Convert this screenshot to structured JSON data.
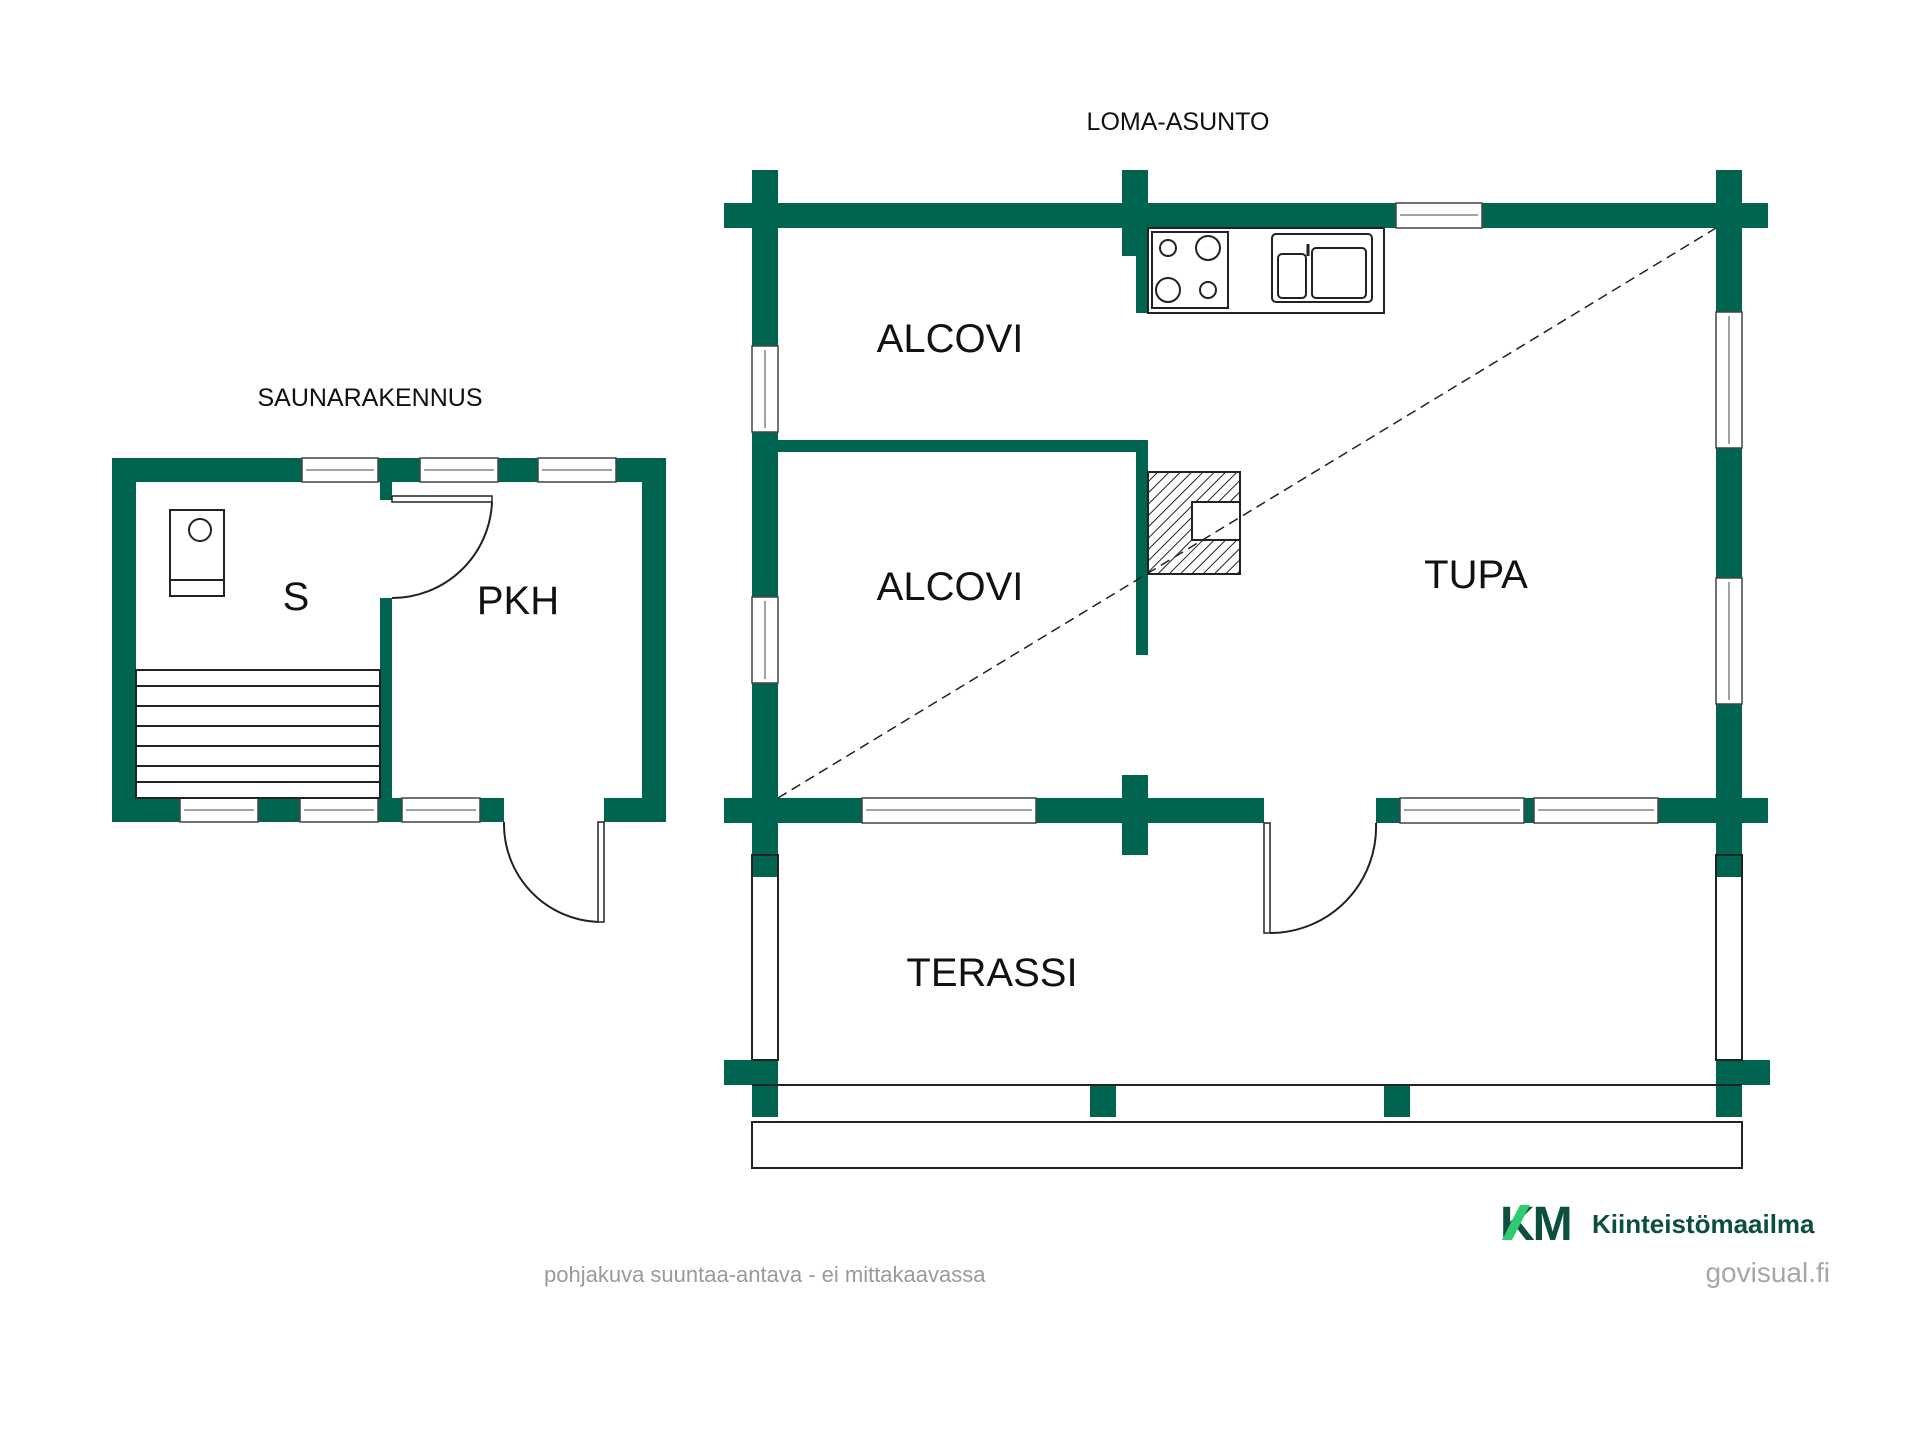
{
  "buildings": {
    "main": {
      "title": "LOMA-ASUNTO"
    },
    "sauna": {
      "title": "SAUNARAKENNUS"
    }
  },
  "rooms": {
    "alcovi_top": "ALCOVI",
    "alcovi_bottom": "ALCOVI",
    "tupa": "TUPA",
    "terassi": "TERASSI",
    "sauna": "S",
    "pkh": "PKH"
  },
  "footer": {
    "disclaimer": "pohjakuva suuntaa-antava - ei mittakaavassa",
    "brand_mark": "KM",
    "brand_name": "Kiinteistömaailma",
    "site": "govisual.fi"
  },
  "colors": {
    "wall": "#006450",
    "text": "#111111",
    "brand_green": "#0d4f3f",
    "brand_light": "#2ecc71"
  }
}
